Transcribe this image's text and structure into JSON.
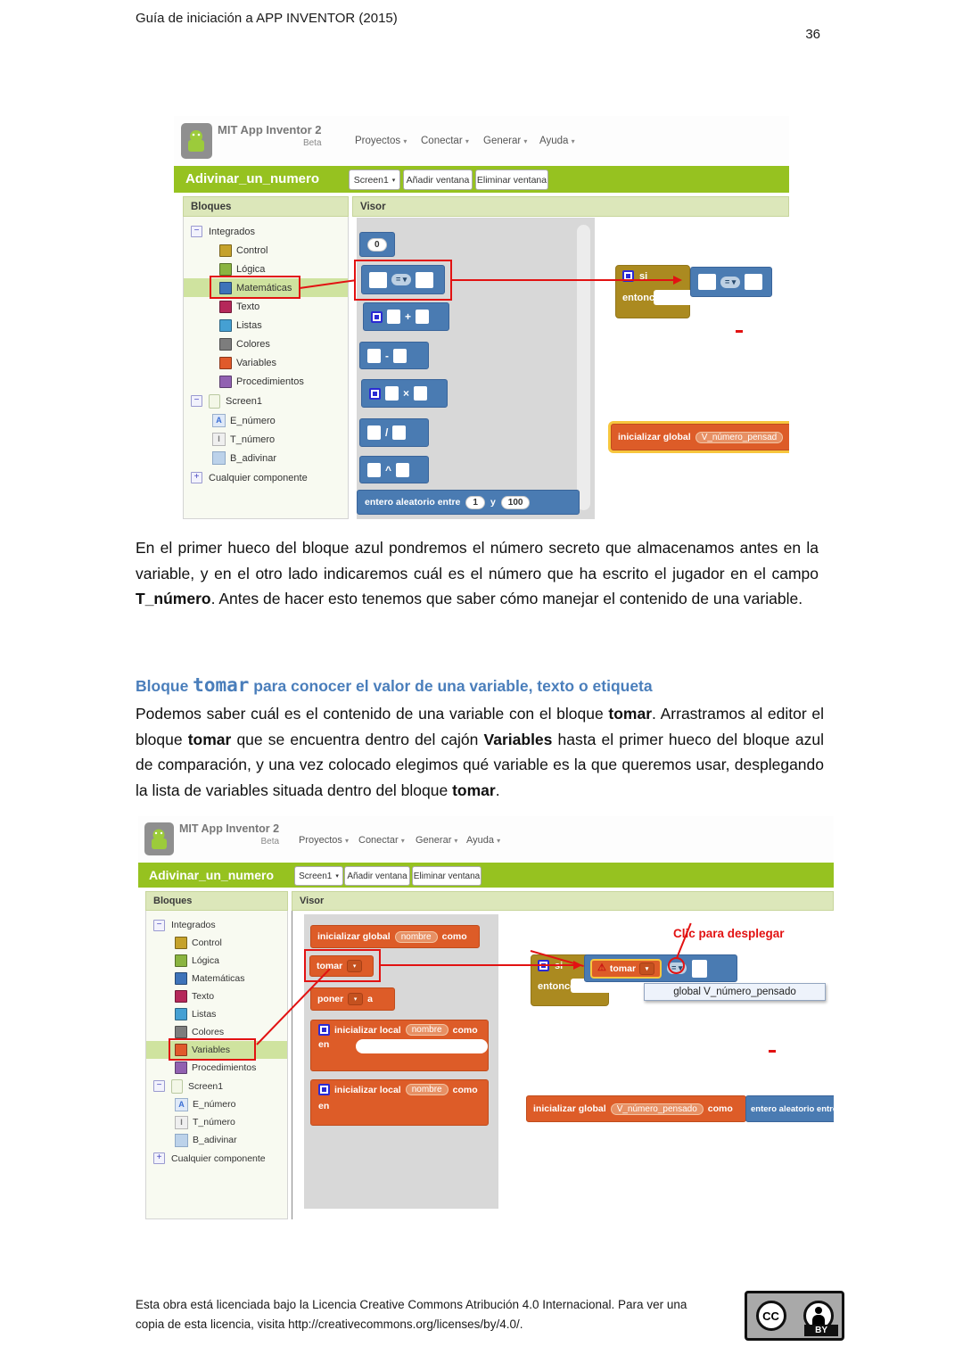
{
  "page": {
    "header": "Guía de iniciación a APP INVENTOR (2015)",
    "page_number": "36"
  },
  "appbar": {
    "title": "MIT App Inventor 2",
    "subtitle": "Beta",
    "menus": [
      "Proyectos",
      "Conectar",
      "Generar",
      "Ayuda"
    ],
    "project": "Adivinar_un_numero",
    "screen_btn": "Screen1",
    "add_btn": "Añadir ventana",
    "del_btn": "Eliminar ventana",
    "bloques": "Bloques",
    "visor": "Visor"
  },
  "tree": {
    "root": "Integrados",
    "cats": [
      "Control",
      "Lógica",
      "Matemáticas",
      "Texto",
      "Listas",
      "Colores",
      "Variables",
      "Procedimientos"
    ],
    "screen": "Screen1",
    "comps": [
      "E_número",
      "T_número",
      "B_adivinar"
    ],
    "any": "Cualquier componente"
  },
  "shot1": {
    "zero": "0",
    "eq": "= ▾",
    "plus": "+",
    "minus": "-",
    "times": "×",
    "div": "/",
    "pow": "^",
    "random": "entero aleatorio entre",
    "rand_v1": "1",
    "rand_y": "y",
    "rand_v2": "100",
    "si": "si",
    "entonces": "entonces",
    "init_global": "inicializar global",
    "var_short": "V_número_pensad"
  },
  "shot2": {
    "init_global": "inicializar global",
    "nombre": "nombre",
    "como": "como",
    "tomar": "tomar",
    "poner": "poner",
    "a": "a",
    "init_local": "inicializar local",
    "en": "en",
    "annotation": "Clic para desplegar",
    "si": "si",
    "entonces": "entonces",
    "eq": "= ▾",
    "dropdown_item": "global V_número_pensado",
    "var_full": "V_número_pensado",
    "random": "entero aleatorio entre"
  },
  "body": {
    "p1a": "En el primer hueco del bloque azul pondremos el número secreto que almacenamos antes en la variable, y en el otro lado indicaremos cuál es el número que ha escrito el jugador en el campo ",
    "p1b": "T_número",
    "p1c": ". Antes de hacer esto tenemos que saber cómo manejar el contenido de una variable.",
    "h1a": "Bloque ",
    "h1b": "tomar",
    "h1c": " para conocer el valor de una variable, texto o etiqueta",
    "p2a": "Podemos saber cuál es el contenido de una variable con el bloque ",
    "p2b": "tomar",
    "p2c": ". Arrastramos al editor el bloque ",
    "p2d": "tomar",
    "p2e": " que se encuentra dentro del cajón ",
    "p2f": "Variables",
    "p2g": " hasta el primer hueco del bloque azul de comparación, y una vez colocado elegimos qué variable es la que queremos usar, desplegando la lista de variables  situada dentro del bloque ",
    "p2h": "tomar",
    "p2i": "."
  },
  "footer": {
    "license": "Esta obra está licenciada bajo la Licencia Creative Commons Atribución 4.0 Internacional. Para ver una copia de esta licencia, visita http://creativecommons.org/licenses/by/4.0/.",
    "cc": "CC",
    "by": "BY"
  },
  "colors": {
    "app_green": "#96c220",
    "panel_green": "#dce7ba",
    "block_blue": "#4a7bb2",
    "block_gold": "#ab8a20",
    "block_orange": "#dd5c28",
    "annotation_red": "#e21212",
    "heading_blue": "#4a7ebb"
  }
}
